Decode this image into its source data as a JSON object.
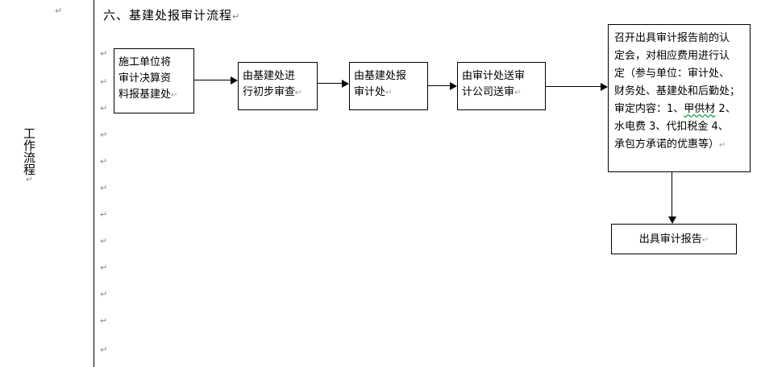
{
  "document": {
    "heading": "六、基建处报审计流程",
    "pilcrow_glyph": "↵",
    "row_label": "工作流程",
    "row_label_pilcrow": "↵"
  },
  "flow": {
    "boxes": [
      {
        "id": "box1",
        "lines": [
          "施工单位将",
          "审计决算资",
          "料报基建处"
        ],
        "text": "施工单位将审计决算资料报基建处"
      },
      {
        "id": "box2",
        "lines": [
          "由基建处进",
          "行初步审查"
        ],
        "text": "由基建处进行初步审查"
      },
      {
        "id": "box3",
        "lines": [
          "由基建处报",
          "审计处"
        ],
        "text": "由基建处报审计处"
      },
      {
        "id": "box4",
        "lines": [
          "由审计处送审",
          "计公司送审"
        ],
        "text": "由审计处送审计公司送审"
      },
      {
        "id": "box5",
        "text": "召开出具审计报告前的认定会，对相应费用进行认定（参与单位：审计处、财务处、基建处和后勤处；审定内容：1、甲供材 2、水电费 3、代扣税金 4、承包方承诺的优惠等）",
        "lines": [
          "召开出具审计报告前的认",
          "定会，对相应费用进行认",
          "定（参与单位：审计处、",
          "财务处、基建处和后勤处；",
          "审定内容：1、甲供材 2、",
          "水电费  3、代扣税金 4、",
          "承包方承诺的优惠等）"
        ],
        "spellcheck_term": "甲供材",
        "audit_items": [
          "1、甲供材",
          "2、水电费",
          "3、代扣税金",
          "4、承包方承诺的优惠等"
        ],
        "participants": [
          "审计处",
          "财务处",
          "基建处",
          "后勤处"
        ]
      },
      {
        "id": "box6",
        "lines": [
          "出具审计报告"
        ],
        "text": "出具审计报告"
      }
    ]
  },
  "colors": {
    "line": "#000000",
    "text": "#000000",
    "pilcrow": "#8a8a8a",
    "spellcheck_underline": "#14a44d",
    "background": "#ffffff"
  }
}
